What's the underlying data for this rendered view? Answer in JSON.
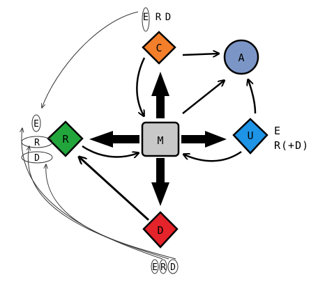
{
  "nodes": {
    "M": {
      "label": "M",
      "fill": "#c8c8c8"
    },
    "C": {
      "label": "C",
      "fill": "#f47f2a"
    },
    "A": {
      "label": "A",
      "fill": "#7b96c6"
    },
    "R": {
      "label": "R",
      "fill": "#22a63c"
    },
    "U": {
      "label": "U",
      "fill": "#1d94e6"
    },
    "D": {
      "label": "D",
      "fill": "#e4232a"
    }
  },
  "annotations": {
    "top": {
      "E": "E",
      "R": "R",
      "D": "D"
    },
    "left": {
      "E": "E",
      "R": "R",
      "D": "D"
    },
    "bottom": {
      "E": "E",
      "R": "R",
      "D": "D"
    },
    "right": {
      "line1": "E",
      "line2": "R(+D)"
    }
  },
  "colors": {
    "stroke": "#000000",
    "thin": "#333333",
    "background": "#ffffff"
  }
}
